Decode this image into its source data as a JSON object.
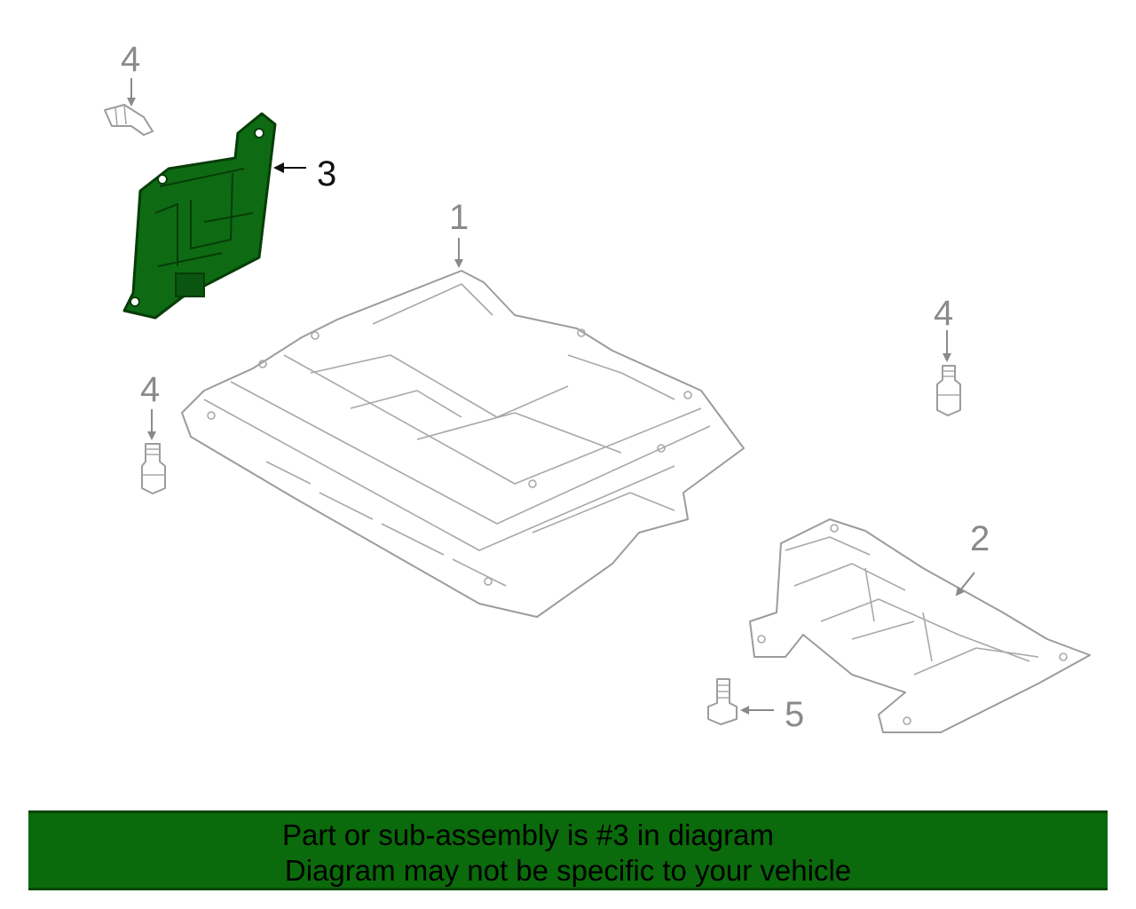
{
  "callouts": {
    "part_1": "1",
    "part_2": "2",
    "part_3": "3",
    "part_4": "4",
    "part_5": "5"
  },
  "colors": {
    "highlight_part": "#0e6b14",
    "banner_background": "#0b6a0b",
    "linework": "#9c9c9c"
  },
  "banner": {
    "line1": "Part or sub-assembly is #3 in diagram",
    "line2": "Diagram may not be specific to your vehicle"
  }
}
